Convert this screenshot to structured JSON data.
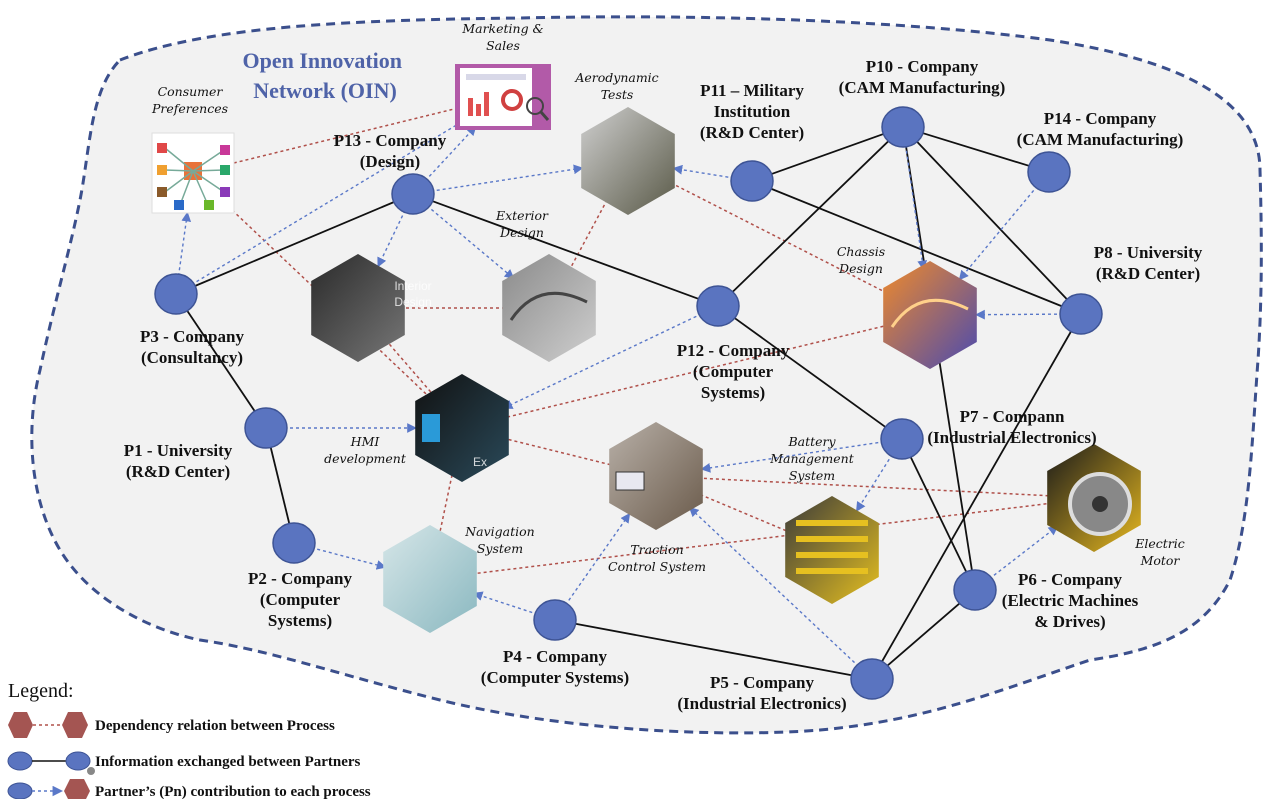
{
  "network_title": [
    "Open Innovation",
    "Network (OIN)"
  ],
  "colors": {
    "node_fill": "#5a74c0",
    "node_stroke": "#3e5495",
    "partner_link": "#111111",
    "dependency_link": "#b0504a",
    "contribution_link": "#5a78c8",
    "hexagon_legend": "#a45552",
    "boundary": "#3b4f8c",
    "region_fill": "#f2f2f2"
  },
  "partners": [
    {
      "id": "P1",
      "lines": [
        "P1 - University",
        "(R&D Center)"
      ]
    },
    {
      "id": "P2",
      "lines": [
        "P2 - Company",
        "(Computer",
        "Systems)"
      ]
    },
    {
      "id": "P3",
      "lines": [
        "P3 - Company",
        "(Consultancy)"
      ]
    },
    {
      "id": "P4",
      "lines": [
        "P4 - Company",
        "(Computer Systems)"
      ]
    },
    {
      "id": "P5",
      "lines": [
        "P5 - Company",
        "(Industrial Electronics)"
      ]
    },
    {
      "id": "P6",
      "lines": [
        "P6 - Company",
        "(Electric Machines",
        "& Drives)"
      ]
    },
    {
      "id": "P7",
      "lines": [
        "P7 - Compann",
        "(Industrial Electronics)"
      ]
    },
    {
      "id": "P8",
      "lines": [
        "P8 - University",
        "(R&D Center)"
      ]
    },
    {
      "id": "P10",
      "lines": [
        "P10 - Company",
        "(CAM Manufacturing)"
      ]
    },
    {
      "id": "P11",
      "lines": [
        "P11 – Military",
        "Institution",
        "(R&D Center)"
      ]
    },
    {
      "id": "P12",
      "lines": [
        "P12 - Company",
        "(Computer",
        "Systems)"
      ]
    },
    {
      "id": "P13",
      "lines": [
        "P13 - Company",
        "(Design)"
      ]
    },
    {
      "id": "P14",
      "lines": [
        "P14 - Company",
        "(CAM Manufacturing)"
      ]
    }
  ],
  "processes": [
    {
      "id": "consumer",
      "lines": [
        "Consumer",
        "Preferences"
      ],
      "icon": "network-infographic-icon"
    },
    {
      "id": "marketing",
      "lines": [
        "Marketing &",
        "Sales"
      ],
      "icon": "dashboard-charts-icon"
    },
    {
      "id": "aero",
      "lines": [
        "Aerodynamic",
        "Tests"
      ],
      "icon": "wind-tunnel-icon"
    },
    {
      "id": "interior",
      "lines": [],
      "icon": "car-interior-icon",
      "inset": [
        "Interior",
        "Design"
      ]
    },
    {
      "id": "exterior",
      "lines": [
        "Exterior",
        "Design"
      ],
      "icon": "car-sketch-icon"
    },
    {
      "id": "chassis",
      "lines": [
        "Chassis",
        "Design"
      ],
      "icon": "car-body-cad-icon"
    },
    {
      "id": "hmi",
      "lines": [
        "HMI",
        "development"
      ],
      "icon": "dashboard-screen-icon",
      "inset": [
        "Ex"
      ]
    },
    {
      "id": "traction",
      "lines": [
        "Traction",
        "Control System"
      ],
      "icon": "test-bench-icon"
    },
    {
      "id": "battery",
      "lines": [
        "Battery",
        "Management",
        "System"
      ],
      "icon": "battery-rack-icon"
    },
    {
      "id": "navigation",
      "lines": [
        "Navigation",
        "System"
      ],
      "icon": "city-map-icon"
    },
    {
      "id": "motor",
      "lines": [
        "Electric",
        "Motor"
      ],
      "icon": "electric-wheel-icon"
    }
  ],
  "legend": {
    "title": "Legend:",
    "items": [
      {
        "kind": "dependency",
        "label": "Dependency relation  between Process"
      },
      {
        "kind": "information",
        "label": "Information exchanged between Partners"
      },
      {
        "kind": "contribution",
        "label": "Partner’s (Pn) contribution to each process"
      }
    ]
  }
}
